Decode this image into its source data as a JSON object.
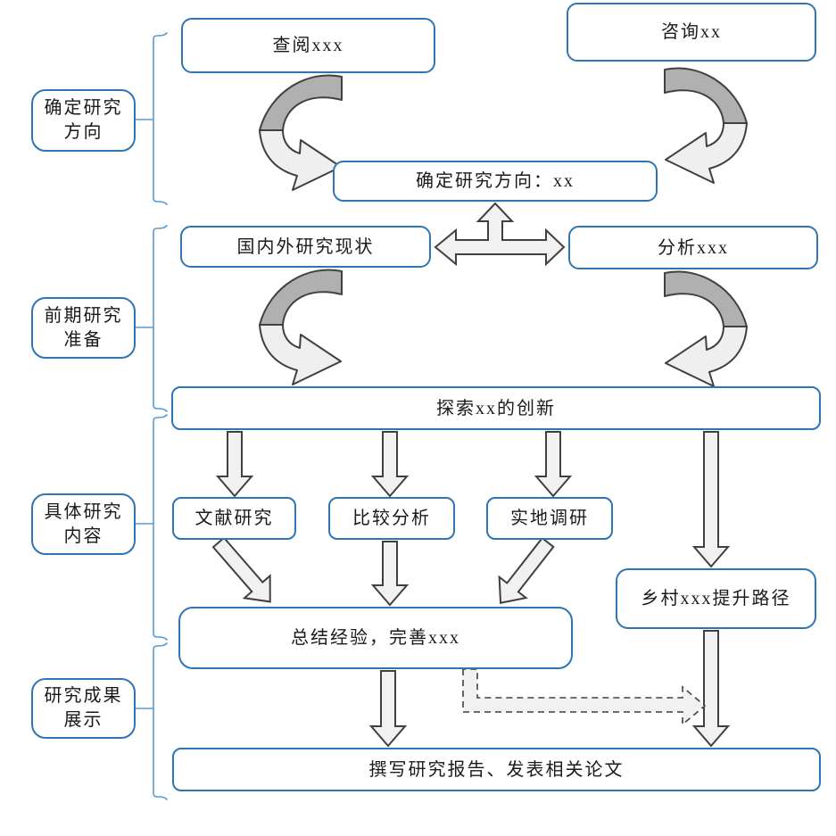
{
  "stages": [
    {
      "label": "确定研究方向"
    },
    {
      "label": "前期研究准备"
    },
    {
      "label": "具体研究内容"
    },
    {
      "label": "研究成果展示"
    }
  ],
  "nodes": {
    "lookup": {
      "text": "查阅xxx"
    },
    "consult": {
      "text": "咨询xx"
    },
    "direction": {
      "text": "确定研究方向：xx"
    },
    "status": {
      "text": "国内外研究现状"
    },
    "analyze": {
      "text": "分析xxx"
    },
    "explore": {
      "text": "探索xx的创新"
    },
    "literature": {
      "text": "文献研究"
    },
    "compare": {
      "text": "比较分析"
    },
    "field": {
      "text": "实地调研"
    },
    "rural": {
      "text": "乡村xxx提升路径"
    },
    "summarize": {
      "text": "总结经验，完善xxx"
    },
    "write": {
      "text": "撰写研究报告、发表相关论文"
    }
  },
  "edges": [
    {
      "from": "lookup",
      "to": "direction",
      "style": "curved-swoosh"
    },
    {
      "from": "consult",
      "to": "direction",
      "style": "curved-swoosh"
    },
    {
      "from": "status",
      "to": "analyze",
      "style": "double-headed",
      "branch_to": "direction"
    },
    {
      "from": "status",
      "to": "explore",
      "style": "curved-swoosh"
    },
    {
      "from": "analyze",
      "to": "explore",
      "style": "curved-swoosh"
    },
    {
      "from": "explore",
      "to": "literature",
      "style": "block-arrow"
    },
    {
      "from": "explore",
      "to": "compare",
      "style": "block-arrow"
    },
    {
      "from": "explore",
      "to": "field",
      "style": "block-arrow"
    },
    {
      "from": "explore",
      "to": "rural",
      "style": "block-arrow"
    },
    {
      "from": "literature",
      "to": "summarize",
      "style": "block-arrow"
    },
    {
      "from": "compare",
      "to": "summarize",
      "style": "block-arrow"
    },
    {
      "from": "field",
      "to": "summarize",
      "style": "block-arrow"
    },
    {
      "from": "summarize",
      "to": "write",
      "style": "block-arrow"
    },
    {
      "from": "rural",
      "to": "write",
      "style": "block-arrow"
    },
    {
      "from": "summarize",
      "to": "rural_to_write_arrow",
      "style": "dashed-elbow"
    }
  ],
  "colors": {
    "node_border": "#2E75B6",
    "bracket": "#5B9BD5",
    "arrow_fill": "#F1F1F1",
    "arrow_stroke": "#404040",
    "swoosh_dark": "#B0B0B0",
    "swoosh_light": "#EFEFEF",
    "text_color": "#1A1A1A"
  }
}
